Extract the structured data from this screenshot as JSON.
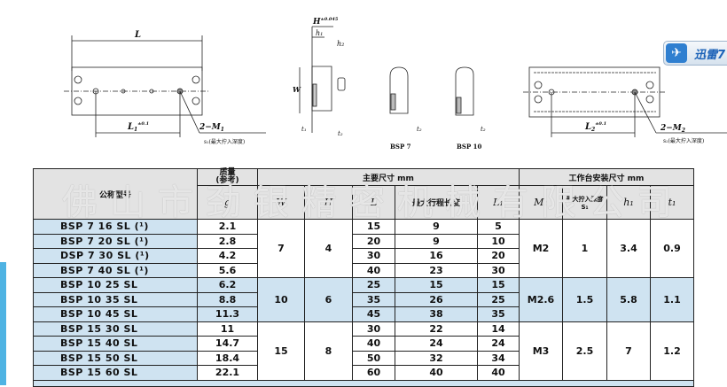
{
  "drawings": {
    "top_view": {
      "L": "L",
      "L1": "L",
      "L1_sub": "1",
      "L1_tol": "±0.1",
      "thread": "2−M",
      "thread_sub": "1",
      "depth": "s₁(最大拧入深度)"
    },
    "side_view": {
      "H": "H",
      "H_tol": "±0.045",
      "h1": "h₁",
      "h2": "h₂",
      "W": "W",
      "t1": "t₁",
      "t2": "t₂"
    },
    "bsp7": {
      "label": "BSP 7",
      "t2": "t₂"
    },
    "bsp10": {
      "label": "BSP 10",
      "t2": "t₂"
    },
    "end_view": {
      "L2": "L",
      "L2_sub": "2",
      "L2_tol": "±0.1",
      "thread": "2−M",
      "thread_sub": "2",
      "depth": "s₂(最大拧入深度)"
    }
  },
  "logo": {
    "text": "迅雷7"
  },
  "watermark": "佛山市劲银精密机械有限公司",
  "table": {
    "headers": {
      "model": "公称型号",
      "mass": "质量\n(参考)",
      "mass_unit": "g",
      "main_dims": "主要尺寸 mm",
      "table_dims": "工作台安装尺寸 mm",
      "W": "W",
      "H": "H",
      "L": "L",
      "stroke": "最大行程长度",
      "L1": "L₁",
      "M1": "M₁",
      "s1": "最大拧入深度 S₁",
      "h1": "h₁",
      "t1": "t₁"
    },
    "groups": [
      {
        "W": "7",
        "H": "4",
        "M1": "M2",
        "s1": "1",
        "h1": "3.4",
        "t1": "0.9",
        "color": "#ffffff",
        "rows": [
          {
            "model": "BSP   7   16 SL (¹)",
            "g": "2.1",
            "L": "15",
            "stroke": "9",
            "L1": "5"
          },
          {
            "model": "BSP   7   20 SL (¹)",
            "g": "2.8",
            "L": "20",
            "stroke": "9",
            "L1": "10"
          },
          {
            "model": "DSP   7   30 SL (¹)",
            "g": "4.2",
            "L": "30",
            "stroke": "16",
            "L1": "20"
          },
          {
            "model": "BSP   7   40 SL (¹)",
            "g": "5.6",
            "L": "40",
            "stroke": "23",
            "L1": "30"
          }
        ]
      },
      {
        "W": "10",
        "H": "6",
        "M1": "M2.6",
        "s1": "1.5",
        "h1": "5.8",
        "t1": "1.1",
        "color": "#cfe3f1",
        "rows": [
          {
            "model": "BSP  10   25 SL",
            "g": "6.2",
            "L": "25",
            "stroke": "15",
            "L1": "15"
          },
          {
            "model": "BSP  10   35 SL",
            "g": "8.8",
            "L": "35",
            "stroke": "26",
            "L1": "25"
          },
          {
            "model": "BSP  10   45 SL",
            "g": "11.3",
            "L": "45",
            "stroke": "38",
            "L1": "35"
          }
        ]
      },
      {
        "W": "15",
        "H": "8",
        "M1": "M3",
        "s1": "2.5",
        "h1": "7",
        "t1": "1.2",
        "color": "#ffffff",
        "rows": [
          {
            "model": "BSP  15   30 SL",
            "g": "11",
            "L": "30",
            "stroke": "22",
            "L1": "14"
          },
          {
            "model": "BSP  15   40 SL",
            "g": "14.7",
            "L": "40",
            "stroke": "24",
            "L1": "24"
          },
          {
            "model": "BSP  15   50 SL",
            "g": "18.4",
            "L": "50",
            "stroke": "32",
            "L1": "34"
          },
          {
            "model": "BSP  15   60 SL",
            "g": "22.1",
            "L": "60",
            "stroke": "40",
            "L1": "40"
          }
        ]
      }
    ]
  }
}
